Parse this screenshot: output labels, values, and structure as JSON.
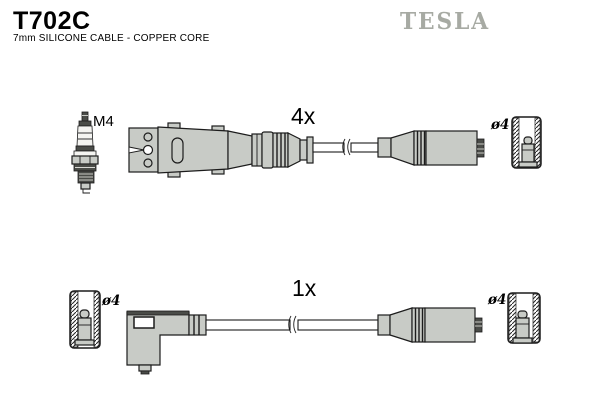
{
  "header": {
    "part_number": "T702C",
    "subtitle": "7mm SILICONE CABLE - COPPER CORE",
    "brand": "TESLA"
  },
  "labels": {
    "top_quantity": "4x",
    "bottom_quantity": "1x",
    "plug_thread": "M4",
    "diameter_top_right": "ø4",
    "diameter_bottom_left": "ø4",
    "diameter_bottom_right": "ø4"
  },
  "colors": {
    "background": "#ffffff",
    "part_fill": "#c8cbc6",
    "part_fill_dark": "#4a4c48",
    "outline": "#1c1c1c",
    "brand_gray": "#a7aaa3",
    "text": "#000000"
  }
}
